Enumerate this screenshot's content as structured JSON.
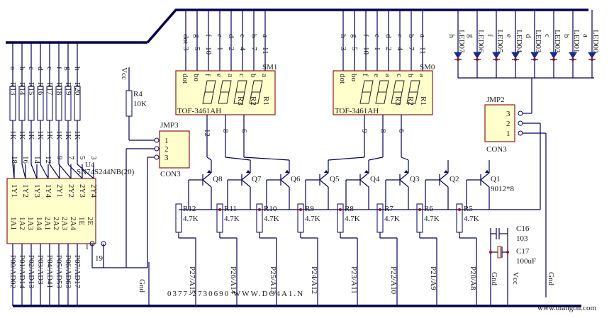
{
  "colors": {
    "wire": "#000060",
    "part_fill": "#ffffcc",
    "part_stroke": "#8b1a1a",
    "label_red": "#8b1010"
  },
  "resistors_top": {
    "labels": [
      "R13",
      "R14",
      "R15",
      "R16",
      "R17",
      "R18",
      "R19",
      "R20"
    ],
    "letters": [
      "a",
      "b",
      "c",
      "d",
      "e",
      "f",
      "g",
      "h"
    ],
    "values": [
      "1K",
      "1K",
      "1K",
      "1K",
      "1K",
      "1K",
      "1K",
      "1K"
    ]
  },
  "ic_u4": {
    "name": "U4",
    "part": "SN74S244NB(20)",
    "outputs": [
      "1Y1",
      "1Y2",
      "1Y3",
      "1Y4",
      "2Y1",
      "2Y2",
      "2Y3",
      "2Y4"
    ],
    "inputs": [
      "1A1",
      "1A2",
      "1A3",
      "1A4",
      "2A1",
      "2A2",
      "2A3",
      "2A4",
      "1E",
      "2E"
    ],
    "top_pins": [
      "18",
      "16",
      "14",
      "12",
      "9",
      "7",
      "5",
      "3"
    ],
    "bottom_pins": [
      "1",
      "19"
    ]
  },
  "vcc_left": "Vcc",
  "r4": {
    "name": "R4",
    "value": "10K"
  },
  "jmp3": {
    "name": "JMP3",
    "type": "CON3",
    "pins": [
      "1",
      "2",
      "3"
    ]
  },
  "jmp2": {
    "name": "JMP2",
    "type": "CON3",
    "pins": [
      "3",
      "2",
      "1"
    ]
  },
  "sm1": {
    "name": "SM1",
    "part": "TOF-3461AH",
    "segs": [
      "dot",
      "g",
      "f",
      "e",
      "d",
      "c",
      "b",
      "a"
    ],
    "pins": [
      "3",
      "5",
      "10",
      "1",
      "2",
      "4",
      "7",
      "11"
    ],
    "inner": [
      "dot",
      "bo",
      "f",
      "e",
      "a",
      "c",
      "b",
      "a"
    ],
    "digits": [
      "R3",
      "R2",
      "R1"
    ],
    "digit_pins": [
      "12",
      "8",
      "6"
    ]
  },
  "sm0": {
    "name": "SM0",
    "part": "TOF-3461AH",
    "segs": [
      "h",
      "g",
      "f",
      "e",
      "d",
      "c",
      "b",
      "a"
    ],
    "pins": [
      "3",
      "5",
      "10",
      "1",
      "2",
      "4",
      "7",
      "11"
    ],
    "inner": [
      "dot",
      "bo",
      "f",
      "e",
      "a",
      "c",
      "b",
      "a"
    ],
    "digits": [
      "R3",
      "R2",
      "R1"
    ],
    "digit_pins": [
      "9",
      "8",
      "6"
    ]
  },
  "leds": {
    "letters": [
      "h",
      "g",
      "f",
      "e",
      "d",
      "c",
      "b",
      "a"
    ],
    "names": [
      "LED07",
      "LED06",
      "LED05",
      "LED04",
      "LED03",
      "LED02",
      "LED01",
      "LED00"
    ]
  },
  "transistors": {
    "names": [
      "Q8",
      "Q7",
      "Q6",
      "Q5",
      "Q4",
      "Q3",
      "Q2",
      "Q1"
    ],
    "type": "9012*8"
  },
  "base_resistors": {
    "names": [
      "R12",
      "R11",
      "R10",
      "R9",
      "R8",
      "R7",
      "R6",
      "R5"
    ],
    "value": "4.7K"
  },
  "addr_lines": [
    "P27/A15",
    "P26/A14",
    "P25/A13",
    "P24/A12",
    "P23/A11",
    "P22/A10",
    "P21/A9",
    "P20/A8"
  ],
  "data_lines": [
    "P00/AD02",
    "P01/AD14",
    "P02/AD13",
    "P03/AD3",
    "P04/AD41",
    "P05/AD53",
    "P06/AD63",
    "P07/AD17"
  ],
  "caps": {
    "c16": "C16",
    "c16_val": "103",
    "c17": "C17",
    "c17_val": "100uF"
  },
  "power": {
    "gnd": "Gnd",
    "vcc": "Vcc"
  },
  "watermark": "0377-2730690 WWW.DO4A1.N",
  "site": "www.diangon.com"
}
